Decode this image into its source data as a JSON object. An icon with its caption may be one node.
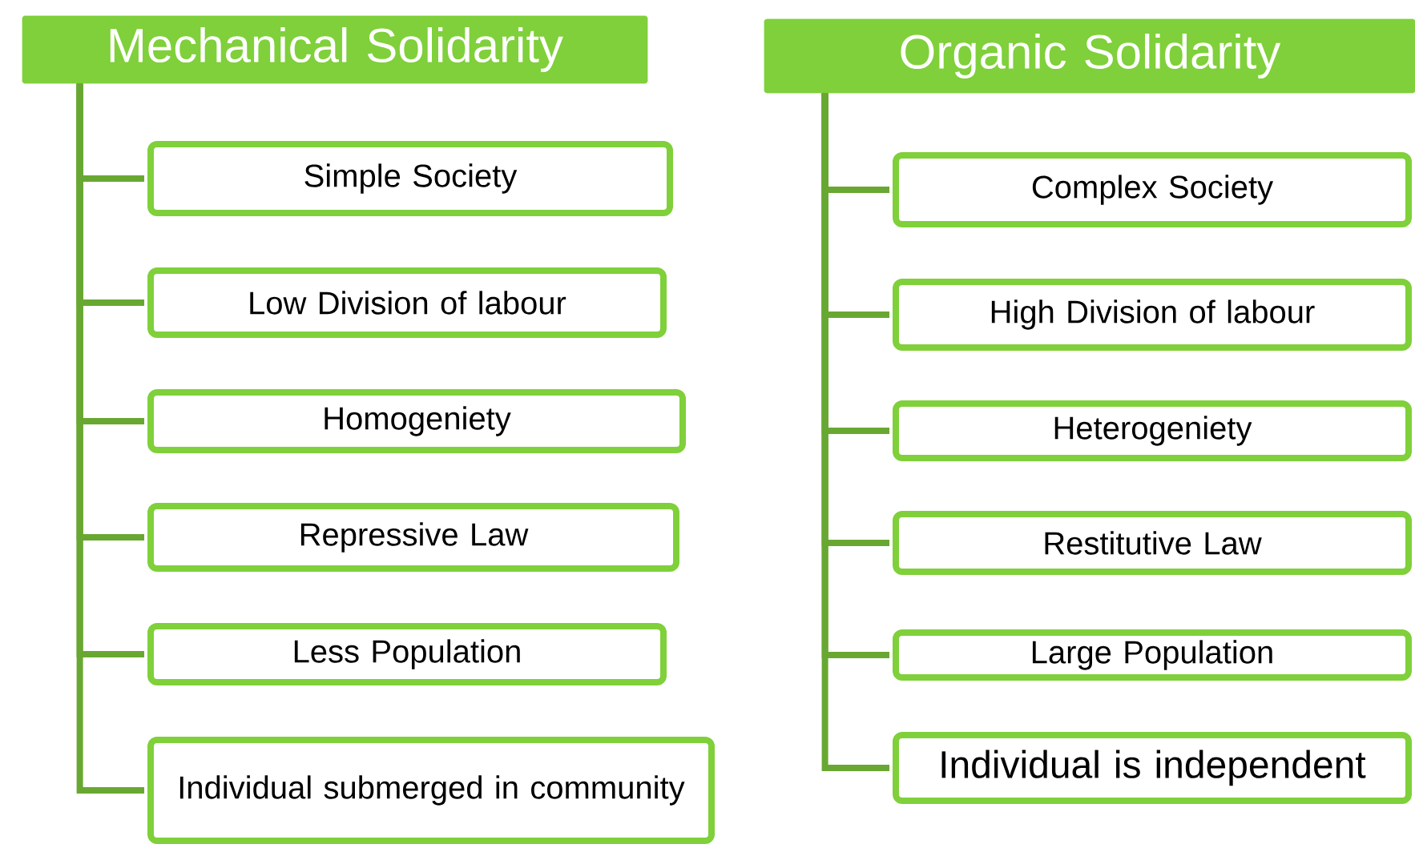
{
  "diagram": {
    "nodes": [
      {
        "text": [
          "Mechanical Solidarity"
        ]
      },
      {
        "text": [
          "Simple Society"
        ]
      },
      {
        "text": [
          "Low Division of labour"
        ]
      },
      {
        "text": [
          "Homogeniety"
        ]
      },
      {
        "text": [
          "Repressive Law"
        ]
      },
      {
        "text": [
          "Less Population"
        ]
      },
      {
        "text": [
          "Individual submerged in community"
        ]
      },
      {
        "text": [
          "Organic Solidarity"
        ]
      },
      {
        "text": [
          "Complex Society"
        ]
      },
      {
        "text": [
          "High Division of labour"
        ]
      },
      {
        "text": [
          "Heterogeniety"
        ]
      },
      {
        "text": [
          "Restitutive Law"
        ]
      },
      {
        "text": [
          "Large Population"
        ]
      },
      {
        "text": [
          "Individual is independent"
        ]
      }
    ],
    "edges": [
      {
        "from": 0,
        "to": 1,
        "arrow": "none"
      },
      {
        "from": 0,
        "to": 2,
        "arrow": "none"
      },
      {
        "from": 0,
        "to": 3,
        "arrow": "none"
      },
      {
        "from": 0,
        "to": 4,
        "arrow": "none"
      },
      {
        "from": 0,
        "to": 5,
        "arrow": "none"
      },
      {
        "from": 0,
        "to": 6,
        "arrow": "none"
      },
      {
        "from": 7,
        "to": 8,
        "arrow": "none"
      },
      {
        "from": 7,
        "to": 9,
        "arrow": "none"
      },
      {
        "from": 7,
        "to": 10,
        "arrow": "none"
      },
      {
        "from": 7,
        "to": 11,
        "arrow": "none"
      },
      {
        "from": 7,
        "to": 12,
        "arrow": "none"
      },
      {
        "from": 7,
        "to": 13,
        "arrow": "none"
      }
    ]
  }
}
